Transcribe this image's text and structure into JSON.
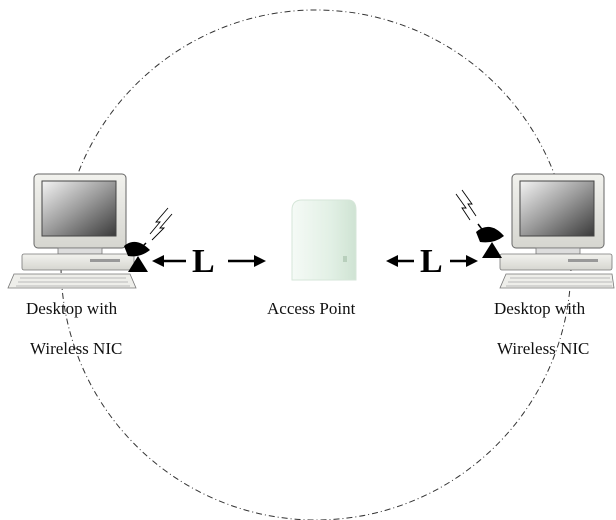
{
  "diagram": {
    "left_station": {
      "line1": "Desktop with",
      "line2": "Wireless NIC",
      "icon": "desktop-computer-icon",
      "antenna_icon": "dish-antenna-icon"
    },
    "right_station": {
      "line1": "Desktop with",
      "line2": "Wireless NIC",
      "icon": "desktop-computer-icon",
      "antenna_icon": "dish-antenna-icon"
    },
    "access_point": {
      "label": "Access Point",
      "icon": "access-point-icon"
    },
    "distance_left": "L",
    "distance_right": "L",
    "coverage_border_style": "dash-dot",
    "colors": {
      "border": "#333333",
      "arrow": "#000000",
      "ap_body": "#e6f2e8"
    }
  }
}
